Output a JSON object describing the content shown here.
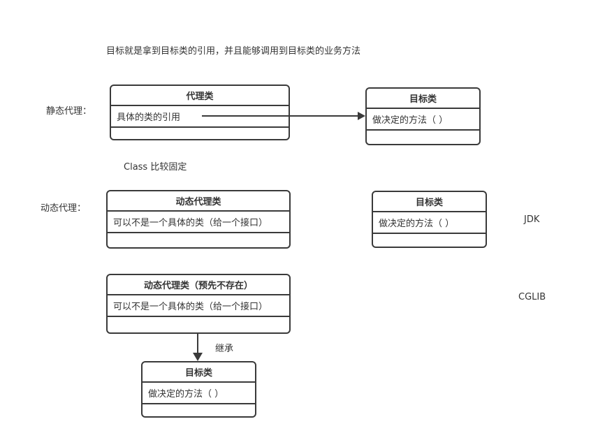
{
  "diagram": {
    "type": "proxy-pattern-explanation",
    "description": "目标就是拿到目标类的引用，并且能够调用到目标类的业务方法",
    "labels": {
      "static_proxy": "静态代理：",
      "dynamic_proxy": "动态代理：",
      "class_note": "Class 比较固定",
      "jdk": "JDK",
      "cglib": "CGLIB",
      "inherit": "继承"
    },
    "boxes": [
      {
        "id": "static-proxy-class",
        "title": "代理类",
        "content": "具体的类的引用"
      },
      {
        "id": "static-target-class",
        "title": "目标类",
        "content": "做决定的方法（ ）"
      },
      {
        "id": "dynamic-proxy-class",
        "title": "动态代理类",
        "content": "可以不是一个具体的类（给一个接口）"
      },
      {
        "id": "jdk-target-class",
        "title": "目标类",
        "content": "做决定的方法（ ）"
      },
      {
        "id": "cglib-proxy-class",
        "title": "动态代理类（预先不存在）",
        "content": "可以不是一个具体的类（给一个接口）"
      },
      {
        "id": "cglib-target-class",
        "title": "目标类",
        "content": "做决定的方法（ ）"
      }
    ],
    "colors": {
      "line": "#3a3a3a",
      "text": "#333333",
      "background": "#ffffff"
    }
  }
}
